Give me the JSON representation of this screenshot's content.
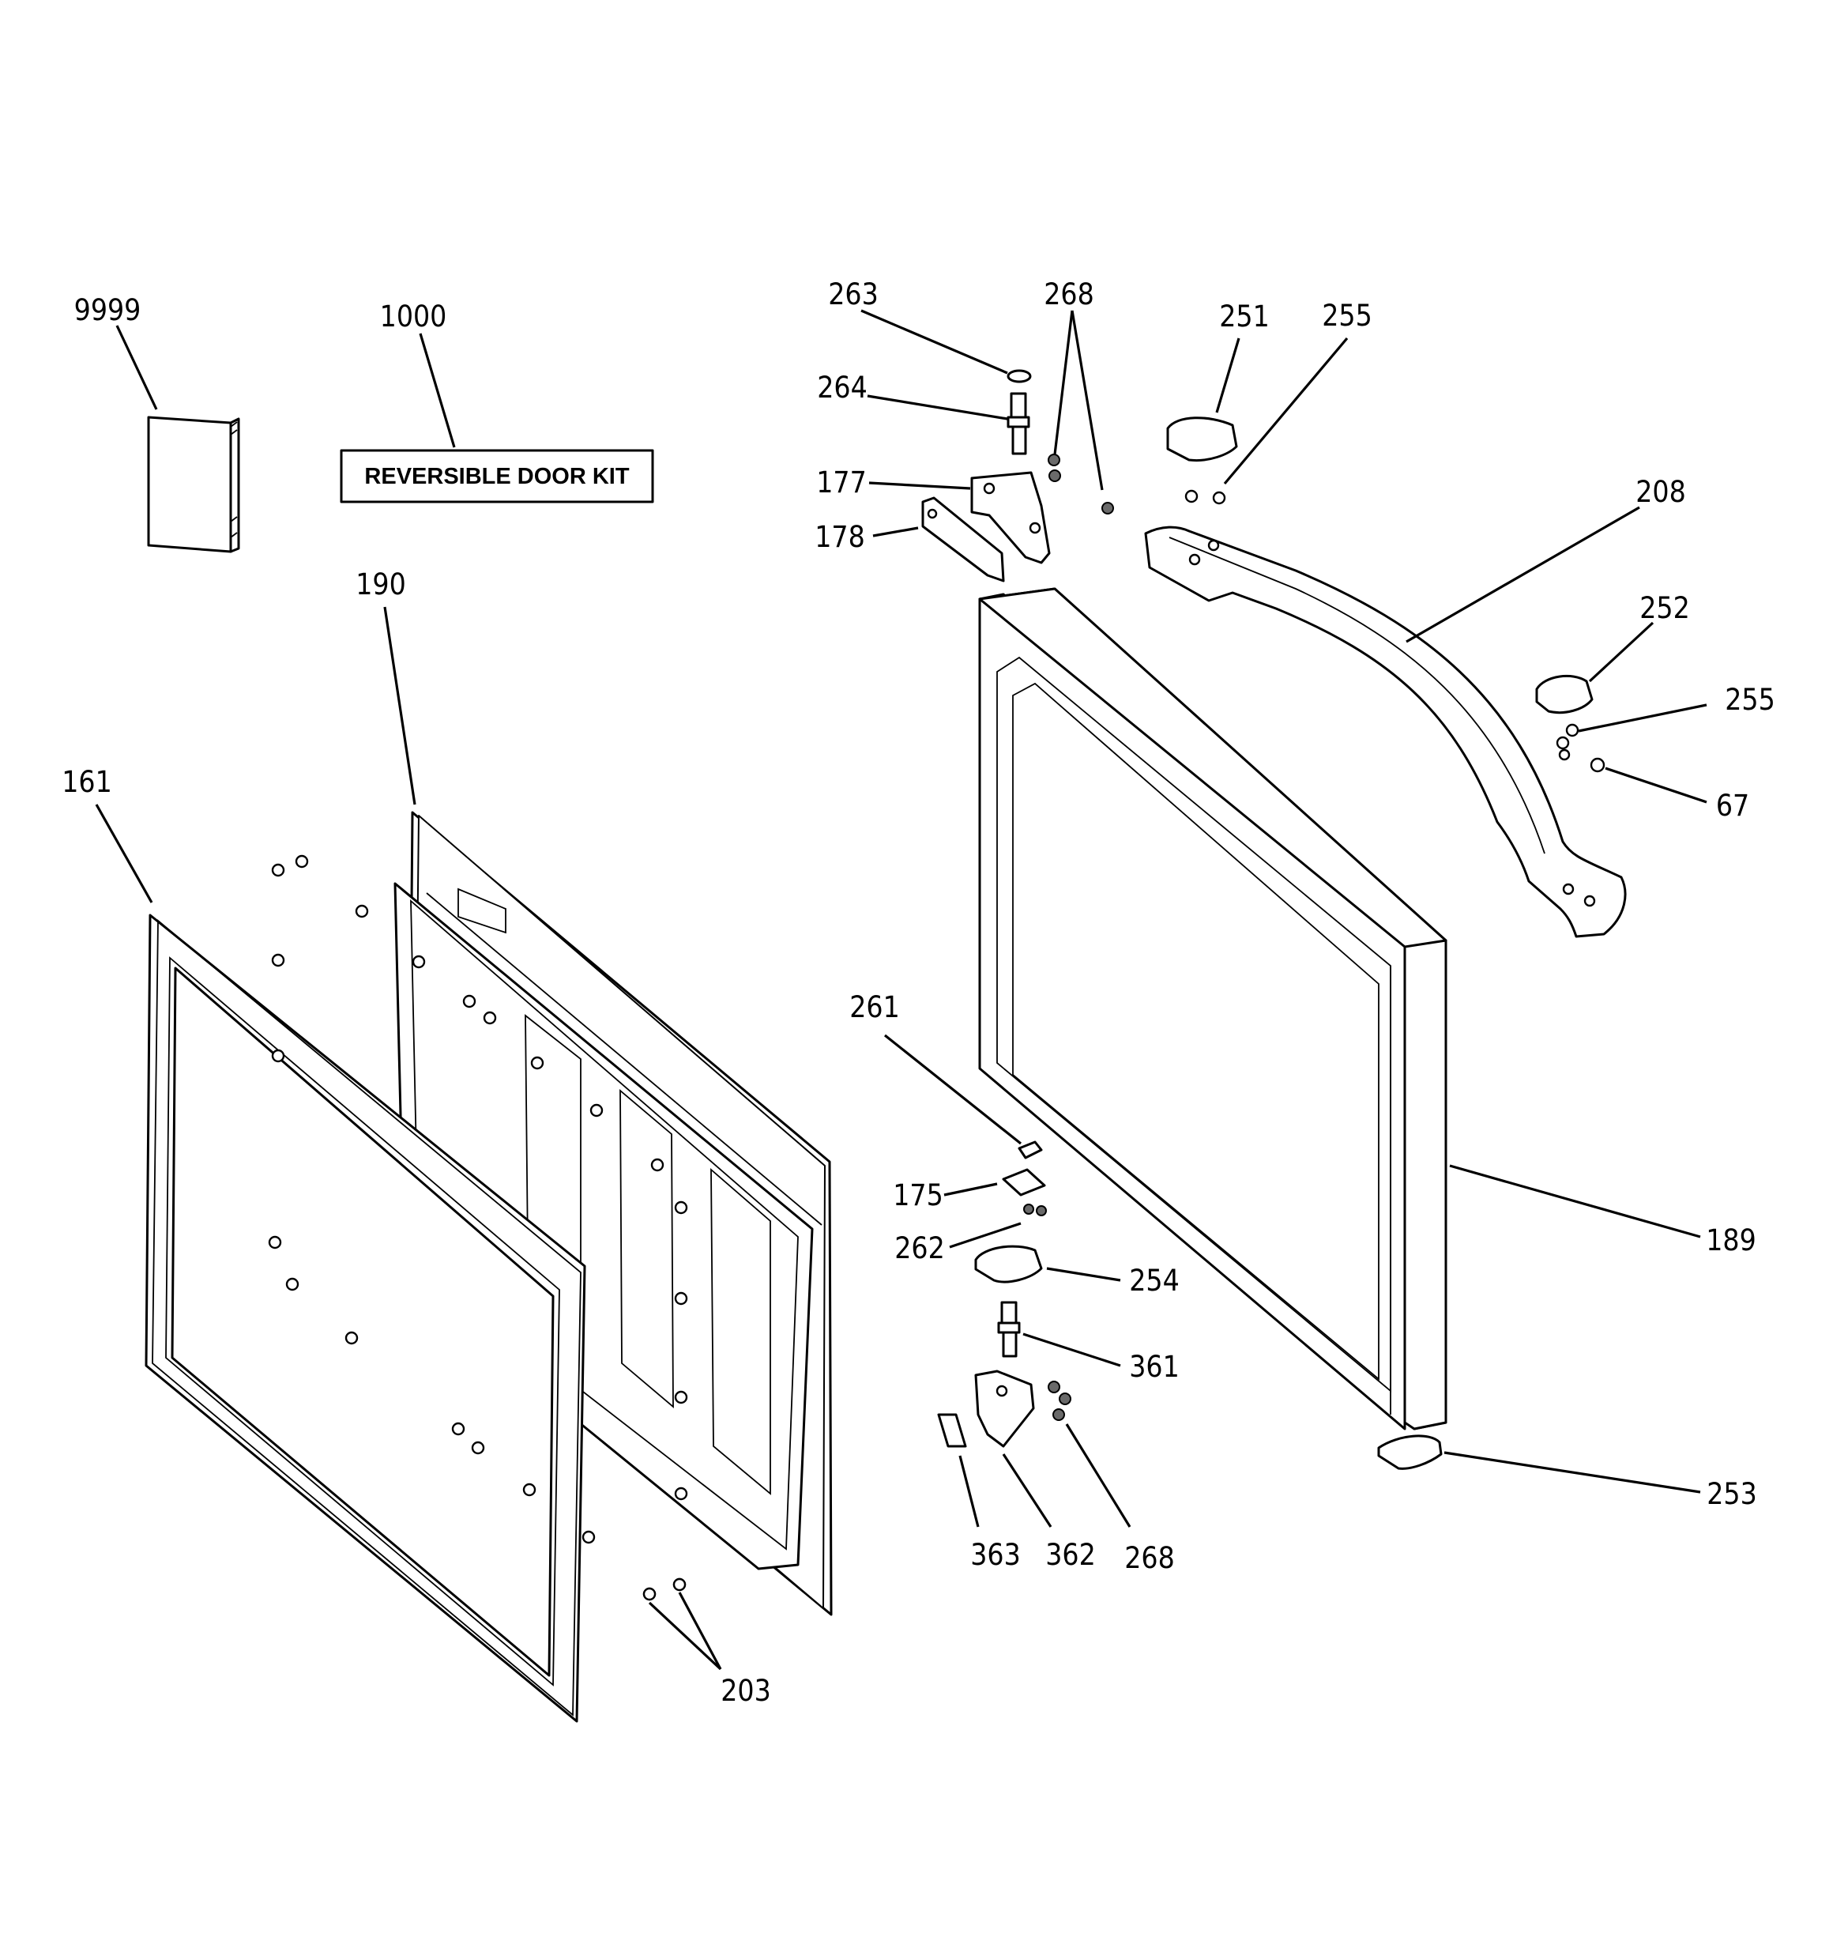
{
  "kit_label": "REVERSIBLE DOOR KIT",
  "callouts": {
    "c9999": "9999",
    "c1000": "1000",
    "c190": "190",
    "c161": "161",
    "c203": "203",
    "c263": "263",
    "c268_top": "268",
    "c264": "264",
    "c177": "177",
    "c178": "178",
    "c251": "251",
    "c255_top": "255",
    "c208": "208",
    "c252": "252",
    "c255_right": "255",
    "c67": "67",
    "c261": "261",
    "c175": "175",
    "c262": "262",
    "c254": "254",
    "c361": "361",
    "c189": "189",
    "c253": "253",
    "c363": "363",
    "c362": "362",
    "c268_bottom": "268"
  }
}
